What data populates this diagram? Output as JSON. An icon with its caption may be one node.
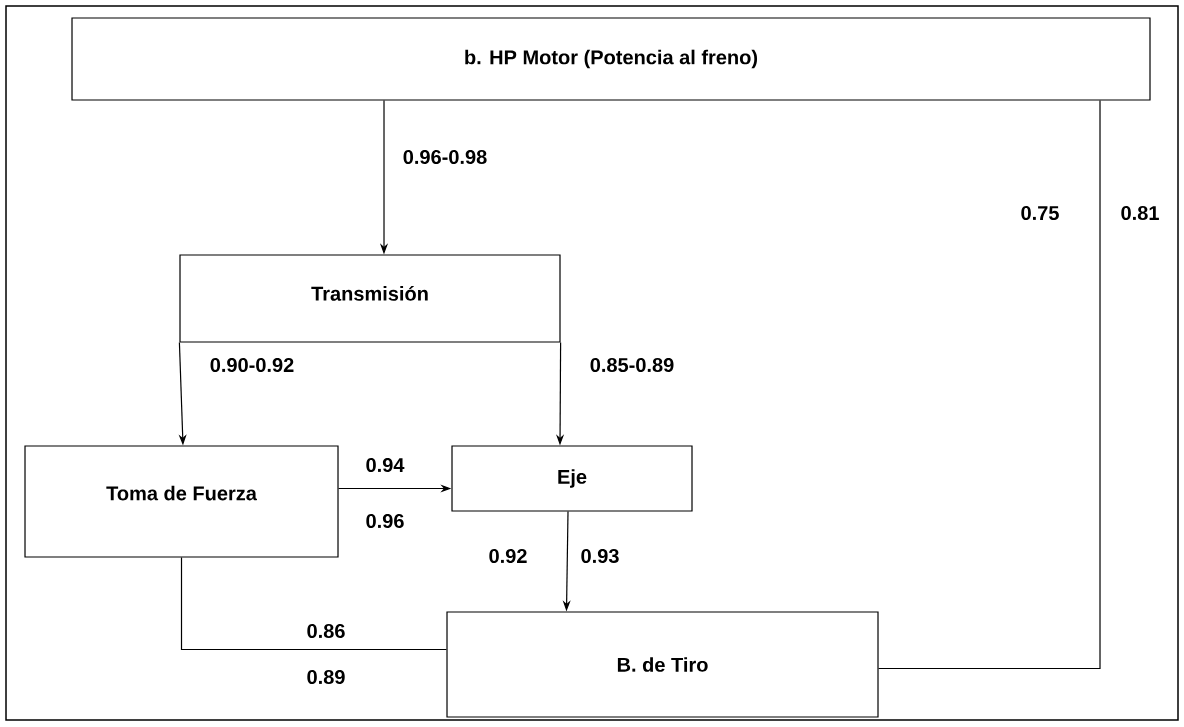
{
  "diagram": {
    "nodes": [
      {
        "text": [
          "b. HP Motor (Potencia al freno)"
        ]
      },
      {
        "text": [
          "Transmisión"
        ]
      },
      {
        "text": [
          "Toma de Fuerza"
        ]
      },
      {
        "text": [
          "Eje"
        ]
      },
      {
        "text": [
          "B. de Tiro"
        ]
      }
    ],
    "edges": [
      {
        "from": 0,
        "to": 1,
        "arrow": "to",
        "label": "0.96-0.98"
      },
      {
        "from": 1,
        "to": 2,
        "arrow": "to",
        "label": "0.90-0.92"
      },
      {
        "from": 1,
        "to": 3,
        "arrow": "to",
        "label": "0.85-0.89"
      },
      {
        "from": 2,
        "to": 3,
        "arrow": "to",
        "label": "0.94"
      },
      {
        "from": 3,
        "to": 4,
        "arrow": "to",
        "label": "0.92"
      },
      {
        "from": 2,
        "to": 4,
        "arrow": "none",
        "label": "0.86"
      },
      {
        "from": 4,
        "to": 0,
        "arrow": "none",
        "label": "0.75"
      }
    ],
    "labels": [
      "0.81",
      "0.96",
      "0.93",
      "0.89"
    ]
  }
}
